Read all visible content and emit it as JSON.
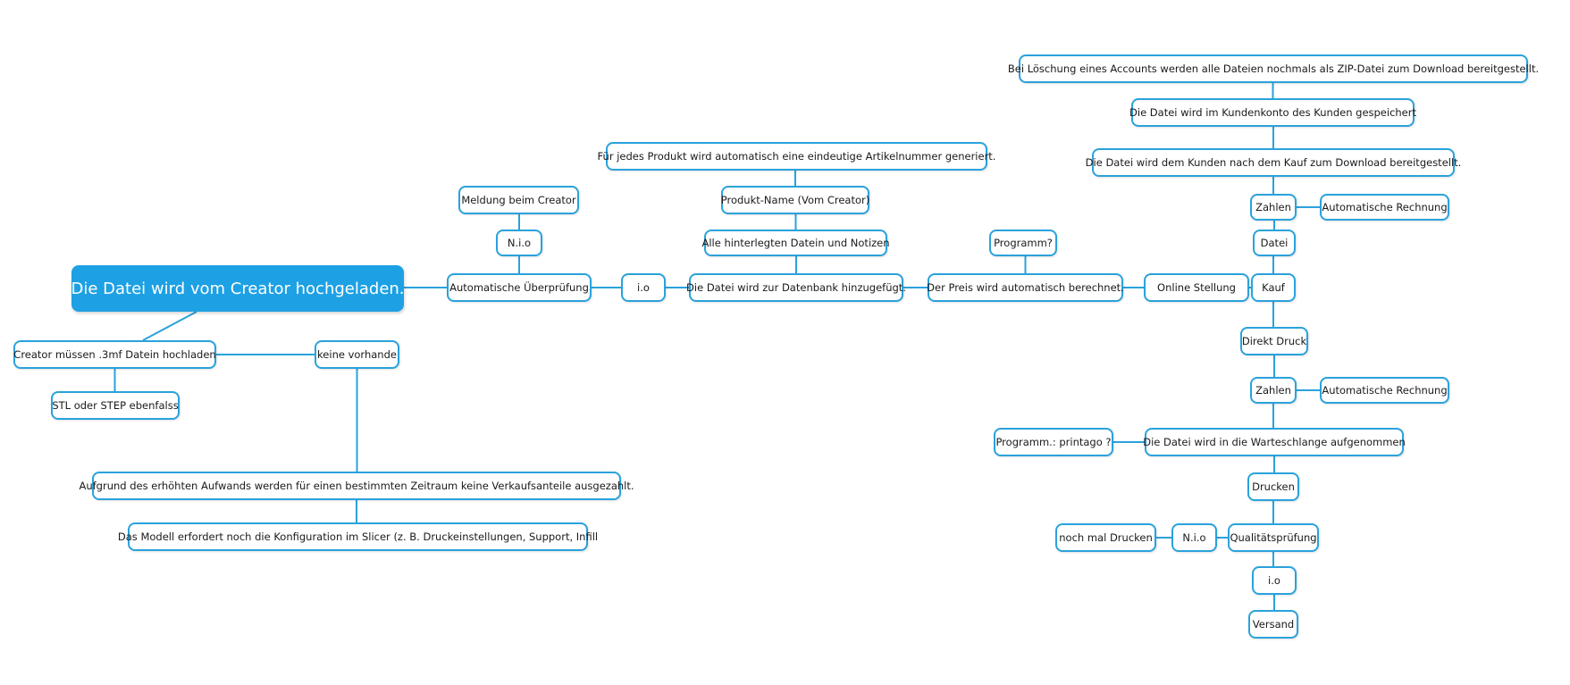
{
  "theme": {
    "accent": "#2aa2dc",
    "root_fill": "#1da1e4",
    "root_text": "#ffffff",
    "node_fill": "#ffffff",
    "text": "#1a1a1a"
  },
  "nodes": {
    "root": "Die Datei wird vom Creator hochgeladen.",
    "auto_check": "Automatische Überprüfung",
    "nio_1": "N.i.o",
    "meldung": "Meldung beim Creator",
    "io_1": "i.o",
    "datenbank": "Die Datei wird zur Datenbank hinzugefügt.",
    "alle_dateien": "Alle hinterlegten Datein und Notizen",
    "produkt_name": "Produkt-Name (Vom Creator)",
    "artikelnummer": "Für jedes Produkt wird automatisch eine eindeutige Artikelnummer generiert.",
    "preis": "Der Preis wird automatisch berechnet.",
    "programm_q": "Programm?",
    "online": "Online Stellung",
    "kauf": "Kauf",
    "datei": "Datei",
    "zahlen_1": "Zahlen",
    "rechnung_1": "Automatische Rechnung",
    "download": "Die Datei wird dem Kunden nach dem Kauf zum Download bereitgestellt.",
    "kundenkonto": "Die Datei wird im Kundenkonto des Kunden gespeichert",
    "loeschung": "Bei Löschung eines Accounts werden alle Dateien nochmals als ZIP-Datei zum Download bereitgestellt.",
    "direkt_druck": "Direkt Druck",
    "zahlen_2": "Zahlen",
    "rechnung_2": "Automatische Rechnung",
    "warteschlange": "Die Datei wird in die Warteschlange aufgenommen",
    "printago": "Programm.: printago ?",
    "drucken": "Drucken",
    "qualitaet": "Qualitätsprüfung",
    "nio_2": "N.i.o",
    "nochmal": "noch mal  Drucken",
    "io_2": "i.o",
    "versand": "Versand",
    "creator_3mf": "Creator  müssen  .3mf Datein hochladen",
    "stl_step": "STL oder STEP ebenfalss",
    "keine": "keine vorhande",
    "aufwand": "Aufgrund des erhöhten Aufwands werden für einen bestimmten Zeitraum keine Verkaufsanteile ausgezahlt.",
    "slicer": "Das Modell erfordert noch die Konfiguration im Slicer (z. B. Druckeinstellungen, Support, Infill"
  }
}
